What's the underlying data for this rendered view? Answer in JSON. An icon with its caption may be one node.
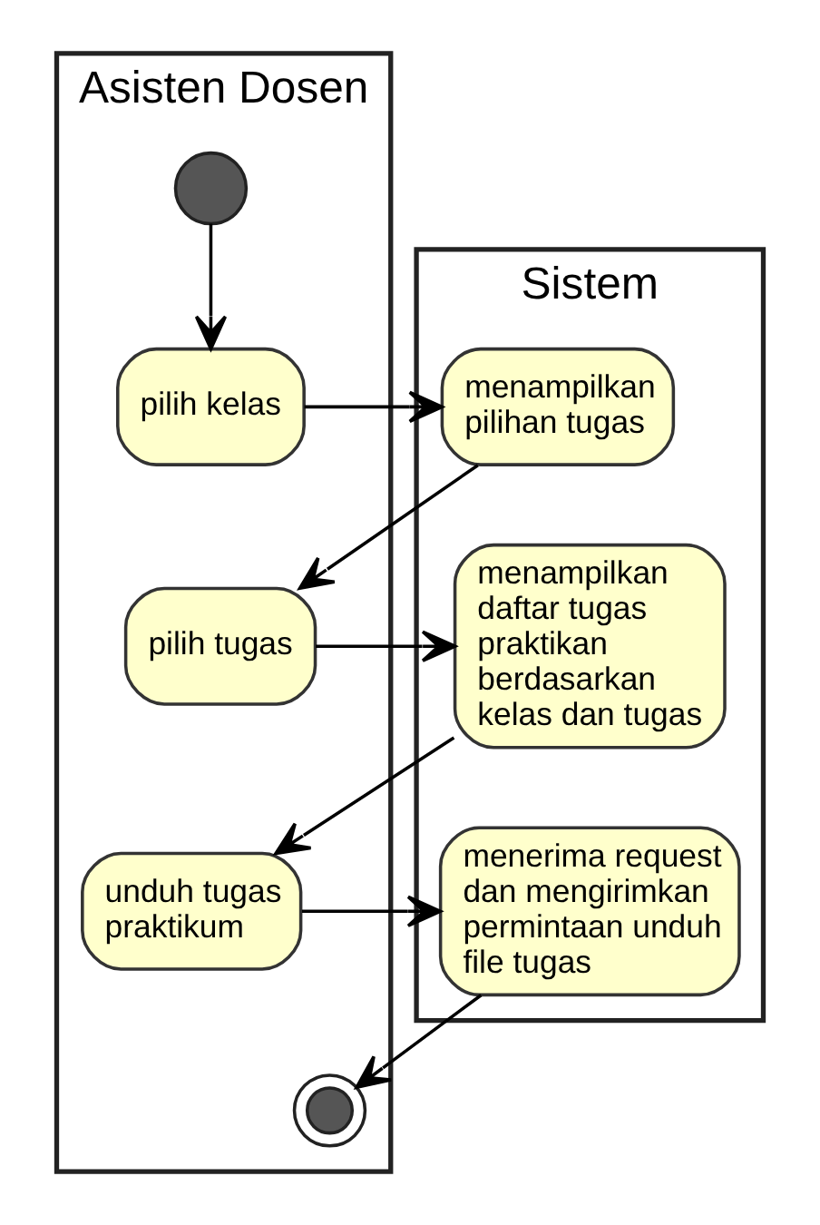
{
  "diagram": {
    "nodes": [
      {
        "text": [
          "Asisten Dosen"
        ]
      },
      {
        "text": [
          "Sistem"
        ]
      },
      {
        "text": [],
        "shape": "circle",
        "in": 0
      },
      {
        "text": [
          "pilih kelas"
        ],
        "in": 0
      },
      {
        "text": [
          "menampilkan pilihan tugas"
        ],
        "in": 1
      },
      {
        "text": [
          "pilih tugas"
        ],
        "in": 0
      },
      {
        "text": [
          "menampilkan daftar tugas praktikan berdasarkan kelas dan tugas"
        ],
        "in": 1
      },
      {
        "text": [
          "unduh tugas praktikum"
        ],
        "in": 0
      },
      {
        "text": [
          "menerima request dan mengirimkan permintaan unduh file tugas"
        ],
        "in": 1
      },
      {
        "text": [],
        "shape": "bullseye",
        "in": 0
      }
    ],
    "edges": [
      {
        "from": 2,
        "to": 3,
        "arrow": "to"
      },
      {
        "from": 3,
        "to": 4,
        "arrow": "to"
      },
      {
        "from": 4,
        "to": 5,
        "arrow": "to"
      },
      {
        "from": 5,
        "to": 6,
        "arrow": "to"
      },
      {
        "from": 6,
        "to": 7,
        "arrow": "to"
      },
      {
        "from": 7,
        "to": 8,
        "arrow": "to"
      },
      {
        "from": 8,
        "to": 9,
        "arrow": "to"
      }
    ]
  }
}
